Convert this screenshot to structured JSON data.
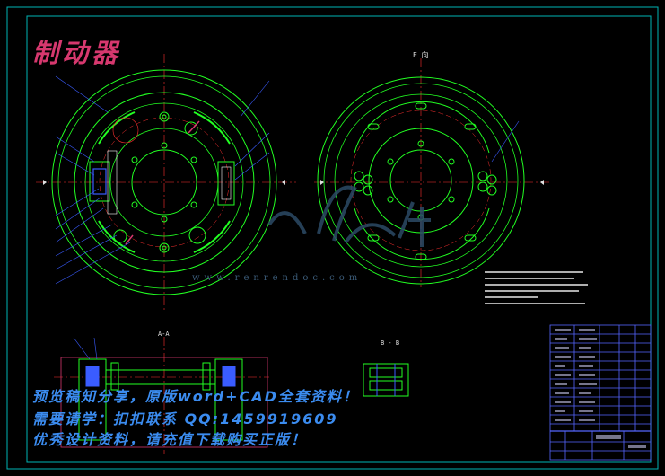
{
  "drawing": {
    "title": "制动器",
    "view_e_label": "E 向",
    "section_aa_label": "A-A",
    "section_bb_label": "B - B"
  },
  "watermark": {
    "url": "www.renrendoc.com"
  },
  "promo": {
    "line1": "预览稿知分享，原版word+CAD全套资料！",
    "line2": "需要请学：扣扣联系 QQ:1459919609",
    "line3": "优秀设计资料，请充值下载购买正版！"
  },
  "colors": {
    "background": "#000000",
    "frame": "#00b4b4",
    "geometry": "#22ff22",
    "centerline": "#ff3030",
    "leader": "#3a5cff",
    "title_text": "#d6386e",
    "promo_text": "#3b8cf0",
    "title_block": "#5566ff"
  }
}
